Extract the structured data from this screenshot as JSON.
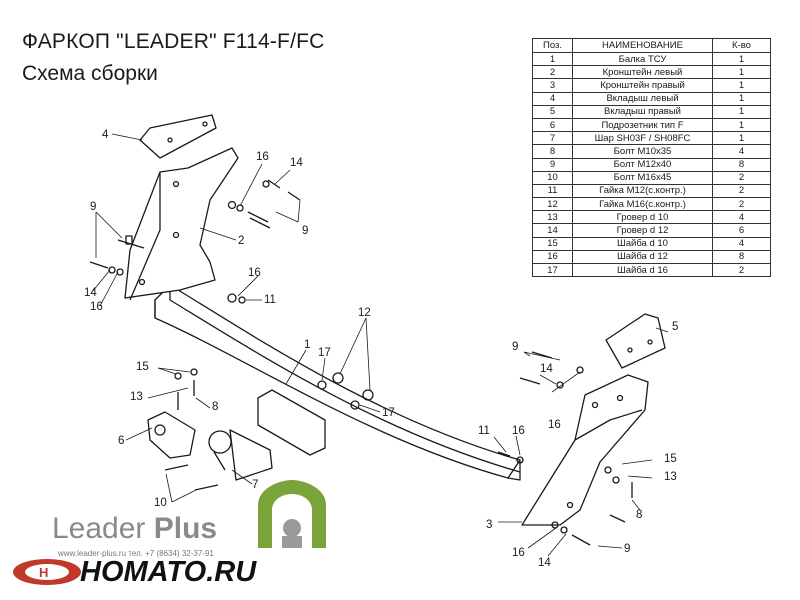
{
  "header": {
    "title": "ФАРКОП \"LEADER\" F114-F/FC",
    "subtitle": "Схема сборки"
  },
  "parts_table": {
    "headers": [
      "Поз.",
      "НАИМЕНОВАНИЕ",
      "К-во"
    ],
    "rows": [
      [
        "1",
        "Балка ТСУ",
        "1"
      ],
      [
        "2",
        "Кронштейн левый",
        "1"
      ],
      [
        "3",
        "Кронштейн правый",
        "1"
      ],
      [
        "4",
        "Вкладыш левый",
        "1"
      ],
      [
        "5",
        "Вкладыш правый",
        "1"
      ],
      [
        "6",
        "Подрозетник тип F",
        "1"
      ],
      [
        "7",
        "Шар SH03F / SH08FC",
        "1"
      ],
      [
        "8",
        "Болт М10х35",
        "4"
      ],
      [
        "9",
        "Болт М12х40",
        "8"
      ],
      [
        "10",
        "Болт М16х45",
        "2"
      ],
      [
        "11",
        "Гайка М12(с.контр.)",
        "2"
      ],
      [
        "12",
        "Гайка М16(с.контр.)",
        "2"
      ],
      [
        "13",
        "Гровер d 10",
        "4"
      ],
      [
        "14",
        "Гровер d 12",
        "6"
      ],
      [
        "15",
        "Шайба d 10",
        "4"
      ],
      [
        "16",
        "Шайба d 12",
        "8"
      ],
      [
        "17",
        "Шайба d 16",
        "2"
      ]
    ]
  },
  "callouts": {
    "c1": "1",
    "c2": "2",
    "c3": "3",
    "c4": "4",
    "c5": "5",
    "c6": "6",
    "c7": "7",
    "c8a": "8",
    "c8b": "8",
    "c9a": "9",
    "c9b": "9",
    "c9c": "9",
    "c9d": "9",
    "c10": "10",
    "c11a": "11",
    "c11b": "11",
    "c12": "12",
    "c13a": "13",
    "c13b": "13",
    "c14a": "14",
    "c14b": "14",
    "c14c": "14",
    "c14d": "14",
    "c15a": "15",
    "c15b": "15",
    "c16a": "16",
    "c16b": "16",
    "c16c": "16",
    "c16d": "16",
    "c16e": "16",
    "c16f": "16",
    "c17a": "17",
    "c17b": "17"
  },
  "footer": {
    "brand_word1": "Leader",
    "brand_word2": "Plus",
    "contacts": "www.leader-plus.ru    тел. +7 (8634) 32-37-91",
    "watermark": "HOMATO.RU"
  },
  "colors": {
    "line": "#1a1a1a",
    "logo_green": "#7aa33a",
    "logo_gray": "#9a9a9a",
    "homato_red": "#c0392b"
  }
}
